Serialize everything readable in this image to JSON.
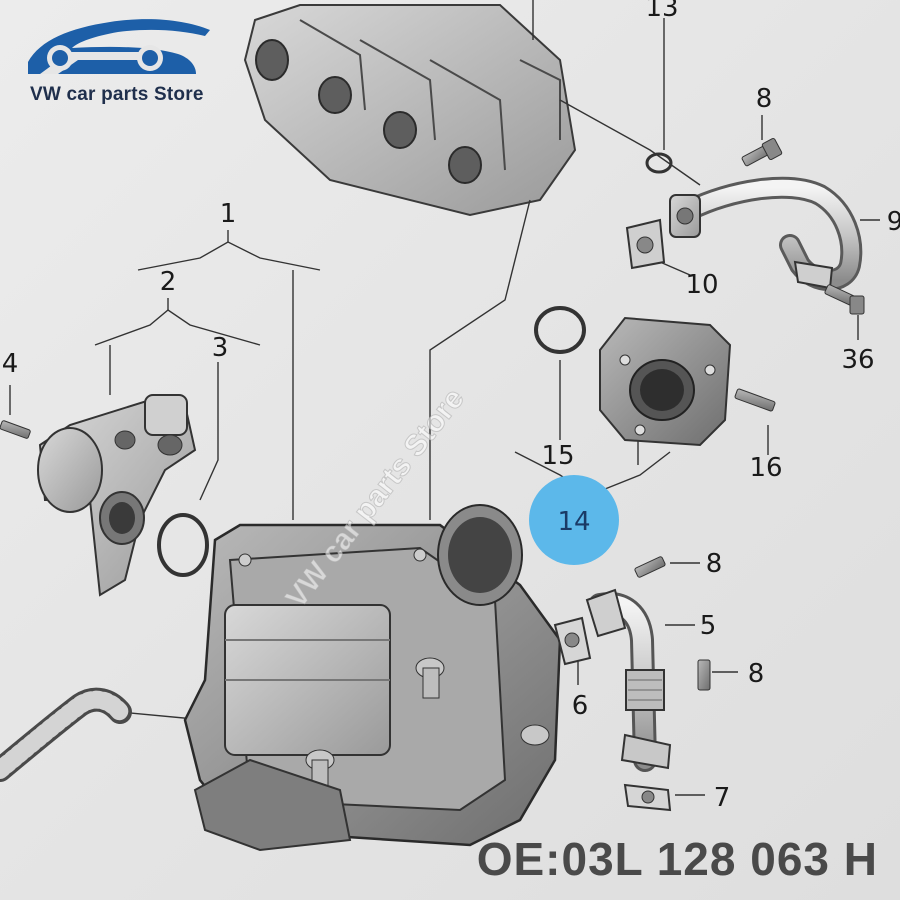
{
  "logo": {
    "icon": "car-wrench-logo-icon",
    "store_name": "VW car parts Store",
    "colors": {
      "primary": "#1d5fa8"
    }
  },
  "watermark": "VW car parts Store",
  "part_number": "OE:03L 128 063 H",
  "highlighted_callout": {
    "number": "14",
    "color": "#5cb8ea"
  },
  "callouts": {
    "c1": "1",
    "c2": "2",
    "c3": "3",
    "c4": "4",
    "c5": "5",
    "c6": "6",
    "c7": "7",
    "c8a": "8",
    "c8b": "8",
    "c8c": "8",
    "c9": "9",
    "c10": "10",
    "c13": "13",
    "c15": "15",
    "c16": "16",
    "c36": "36"
  }
}
